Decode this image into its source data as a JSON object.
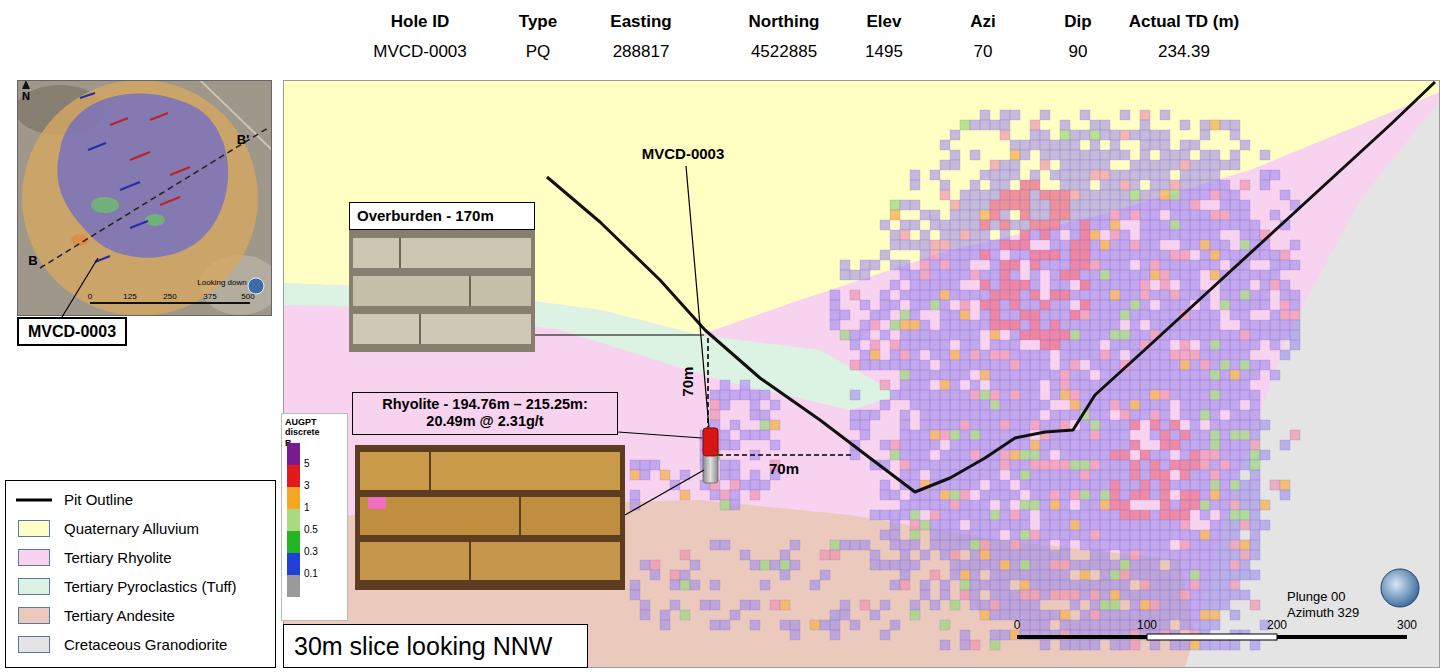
{
  "diagram": {
    "nodes": [
      {
        "text": [
          "MVCD-0003"
        ]
      },
      {
        "text": [
          "Overburden - 170m"
        ]
      },
      {
        "text": [
          "Rhyolite - 194.76m – 215.25m: 20.49m @ 2.31g/t"
        ]
      },
      {
        "text": [
          "30m slice looking NNW"
        ]
      }
    ],
    "labels": [
      "Hole ID",
      "Type",
      "Easting",
      "Northing",
      "Elev",
      "Azi",
      "Dip",
      "Actual TD (m)",
      "MVCD-0003",
      "PQ",
      "288817",
      "4522885",
      "1495",
      "70",
      "90",
      "234.39",
      "N",
      "B'",
      "B",
      "0",
      "125",
      "250",
      "375",
      "500",
      "Looking down",
      "MVCD-0003",
      "70m",
      "70m",
      "AUGPT discrete B...",
      "Plunge 00",
      "Azimuth 329",
      "0",
      "100",
      "200",
      "300"
    ],
    "legend": [
      {
        "text": "Pit Outline"
      },
      {
        "text": "Quaternary Alluvium",
        "color": "#ffffc4"
      },
      {
        "text": "Tertiary Rhyolite",
        "color": "#f8d3ef"
      },
      {
        "text": "Tertiary Pyroclastics (Tuff)",
        "color": "#dcf2e2"
      },
      {
        "text": "Tertiary Andesite",
        "color": "#ebcabd"
      },
      {
        "text": "Cretaceous Granodiorite",
        "color": "#e4e4e4"
      },
      {
        "text": "5",
        "color": "#7a1a8c"
      },
      {
        "text": "3",
        "color": "#e31a1c"
      },
      {
        "text": "1",
        "color": "#f5a623"
      },
      {
        "text": "0.5",
        "color": "#a6dc7c"
      },
      {
        "text": "0.3",
        "color": "#23b523"
      },
      {
        "text": "0.1",
        "color": "#1f3fd6"
      }
    ]
  }
}
